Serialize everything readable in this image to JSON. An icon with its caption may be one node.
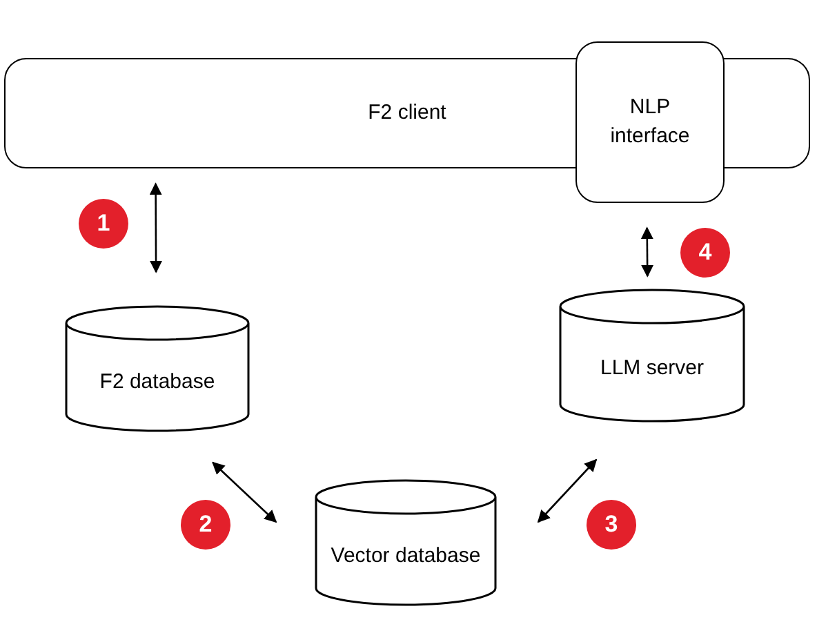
{
  "diagram": {
    "nodes": [
      {
        "text": [
          "F2 client"
        ]
      },
      {
        "text": [
          "NLP interface"
        ]
      },
      {
        "text": [
          "F2 database"
        ]
      },
      {
        "text": [
          "LLM server"
        ]
      },
      {
        "text": [
          "Vector database"
        ]
      }
    ],
    "edges": [
      {
        "from": 0,
        "to": 2,
        "arrow": "both"
      },
      {
        "from": 1,
        "to": 3,
        "arrow": "both"
      },
      {
        "from": 2,
        "to": 4,
        "arrow": "both"
      },
      {
        "from": 3,
        "to": 4,
        "arrow": "both"
      }
    ],
    "labels": [
      "1",
      "2",
      "3",
      "4"
    ]
  }
}
